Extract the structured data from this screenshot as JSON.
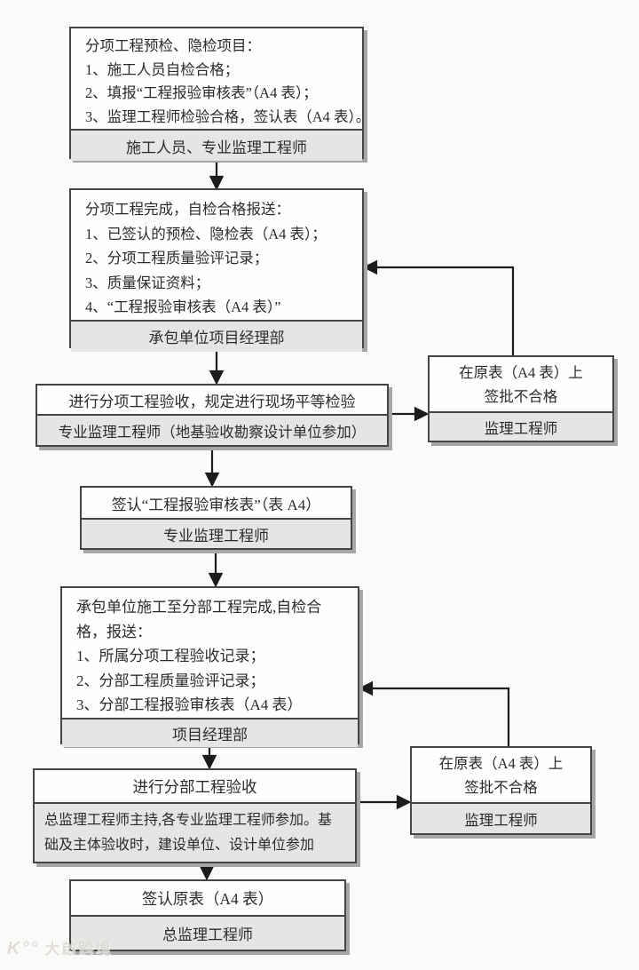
{
  "colors": {
    "page_bg": "#fbfaf8",
    "box_bg": "#fefefe",
    "footer_bg": "#e5e5e4",
    "border": "#454545",
    "shadow": "#a6a6a6",
    "connector": "#1c1c1c",
    "text": "#2b2b2b"
  },
  "flow": {
    "b1": {
      "lines": [
        "分项工程预检、隐检项目：",
        "1、施工人员自检合格；",
        "2、填报“工程报验审核表”（A4 表）；",
        "3、监理工程师检验合格，签认表（A4 表）。"
      ],
      "footer": "施工人员、专业监理工程师"
    },
    "b2": {
      "lines": [
        "分项工程完成，自检合格报送：",
        "1、已签认的预检、隐检表（A4 表）；",
        "2、分项工程质量验评记录；",
        "3、质量保证资料；",
        "4、“工程报验审核表（A4 表）”"
      ],
      "footer": "承包单位项目经理部"
    },
    "b3": {
      "line": "进行分项工程验收，规定进行现场平等检验",
      "footer": "专业监理工程师（地基验收勘察设计单位参加）"
    },
    "r1": {
      "lines": [
        "在原表（A4 表）上",
        "签批不合格"
      ],
      "footer": "监理工程师"
    },
    "b4": {
      "line": "签认“工程报验审核表”（表 A4）",
      "footer": "专业监理工程师"
    },
    "b5": {
      "lines": [
        "承包单位施工至分部工程完成,自检合",
        "格，报送：",
        "1、所属分项工程验收记录；",
        "2、分部工程质量验评记录；",
        "3、分部工程报验审核表（A4 表）"
      ],
      "footer": "项目经理部"
    },
    "b6": {
      "line": "进行分部工程验收",
      "footer_lines": [
        "总监理工程师主持,各专业监理工程师参加。基",
        "础及主体验收时，建设单位、设计单位参加"
      ]
    },
    "r2": {
      "lines": [
        "在原表（A4 表）上",
        "签批不合格"
      ],
      "footer": "监理工程师"
    },
    "b7": {
      "line": "签认原表（A4 表）",
      "footer": "总监理工程师"
    }
  },
  "watermark": {
    "logo": "K°°",
    "text": "大啟跨境"
  }
}
